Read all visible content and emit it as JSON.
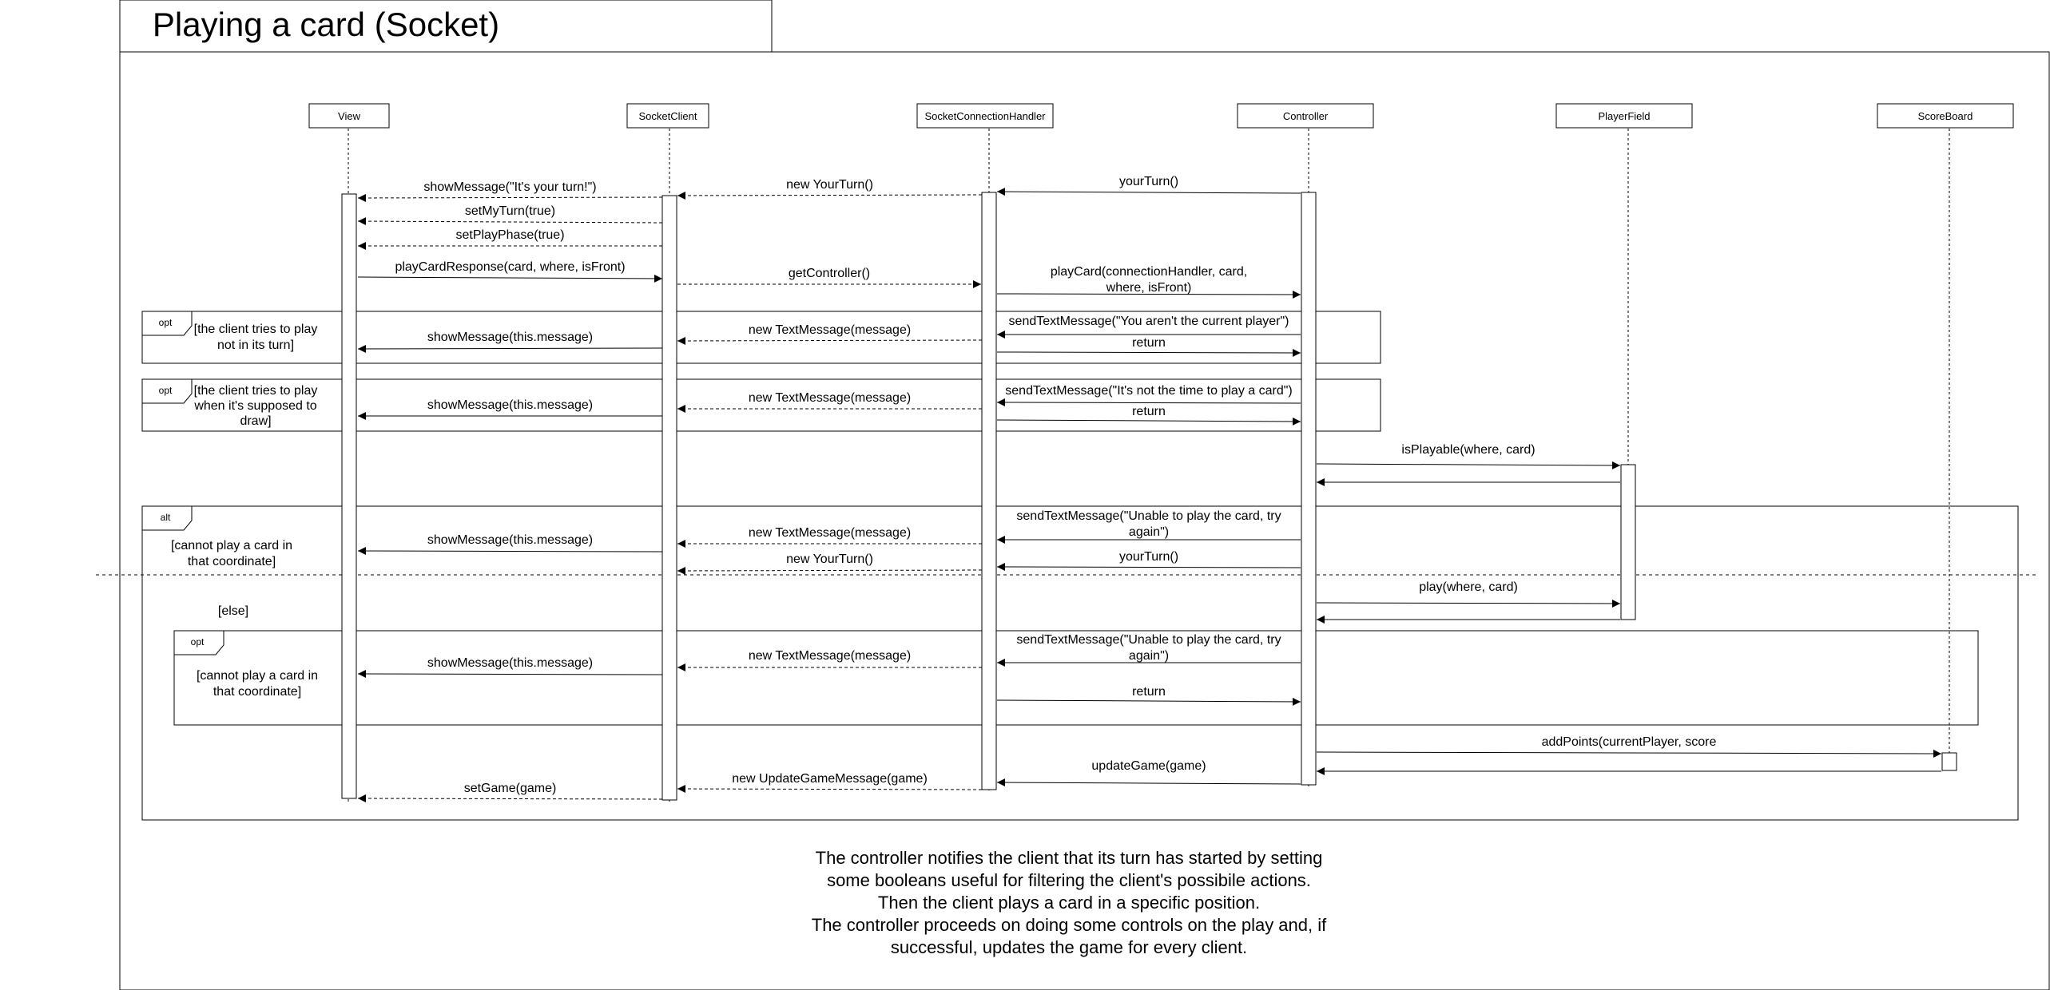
{
  "title": "Playing a card  (Socket)",
  "participants": [
    {
      "id": "view",
      "name": "View"
    },
    {
      "id": "client",
      "name": "SocketClient"
    },
    {
      "id": "handler",
      "name": "SocketConnectionHandler"
    },
    {
      "id": "controller",
      "name": "Controller"
    },
    {
      "id": "field",
      "name": "PlayerField"
    },
    {
      "id": "score",
      "name": "ScoreBoard"
    }
  ],
  "fragments": {
    "opt1": {
      "op": "opt",
      "guard": [
        "[the client tries to play",
        "not in its turn]"
      ]
    },
    "opt2": {
      "op": "opt",
      "guard": [
        "[the client tries to play",
        "when it's supposed to",
        "draw]"
      ]
    },
    "alt": {
      "op": "alt",
      "guard": [
        "[cannot play a card in",
        "that coordinate]"
      ],
      "else_guard": "[else]"
    },
    "opt3": {
      "op": "opt",
      "guard": [
        "[cannot play a card in",
        "that coordinate]"
      ]
    }
  },
  "messages": [
    {
      "label": [
        "yourTurn()"
      ]
    },
    {
      "label": [
        "new YourTurn()"
      ]
    },
    {
      "label": [
        "showMessage(\"It's your turn!\")"
      ]
    },
    {
      "label": [
        "setMyTurn(true)"
      ]
    },
    {
      "label": [
        "setPlayPhase(true)"
      ]
    },
    {
      "label": [
        "playCardResponse(card, where, isFront)"
      ]
    },
    {
      "label": [
        "getController()"
      ]
    },
    {
      "label": [
        "playCard(connectionHandler, card,",
        "where, isFront)"
      ]
    },
    {
      "label": [
        "sendTextMessage(\"You aren't the current player\")"
      ]
    },
    {
      "label": [
        "return"
      ]
    },
    {
      "label": [
        "new TextMessage(message)"
      ]
    },
    {
      "label": [
        "showMessage(this.message)"
      ]
    },
    {
      "label": [
        "sendTextMessage(\"It's not the time to play a card\")"
      ]
    },
    {
      "label": [
        "return"
      ]
    },
    {
      "label": [
        "new TextMessage(message)"
      ]
    },
    {
      "label": [
        "showMessage(this.message)"
      ]
    },
    {
      "label": [
        "isPlayable(where, card)"
      ]
    },
    {
      "label": []
    },
    {
      "label": [
        "sendTextMessage(\"Unable to play the card, try",
        "again\")"
      ]
    },
    {
      "label": [
        "new TextMessage(message)"
      ]
    },
    {
      "label": [
        "showMessage(this.message)"
      ]
    },
    {
      "label": [
        "yourTurn()"
      ]
    },
    {
      "label": [
        "new YourTurn()"
      ]
    },
    {
      "label": [
        "play(where, card)"
      ]
    },
    {
      "label": []
    },
    {
      "label": [
        "sendTextMessage(\"Unable to play the card, try",
        "again\")"
      ]
    },
    {
      "label": [
        "new TextMessage(message)"
      ]
    },
    {
      "label": [
        "showMessage(this.message)"
      ]
    },
    {
      "label": [
        "return"
      ]
    },
    {
      "label": [
        "addPoints(currentPlayer, score"
      ]
    },
    {
      "label": []
    },
    {
      "label": [
        "updateGame(game)"
      ]
    },
    {
      "label": [
        "new UpdateGameMessage(game)"
      ]
    },
    {
      "label": [
        "setGame(game)"
      ]
    }
  ],
  "note": [
    "The controller notifies the client that its turn has started by setting",
    "some booleans useful for filtering the client's possibile actions.",
    "Then the client plays a card in a specific position.",
    "The controller proceeds on doing some controls on the play and, if",
    "successful, updates the game for every client."
  ]
}
